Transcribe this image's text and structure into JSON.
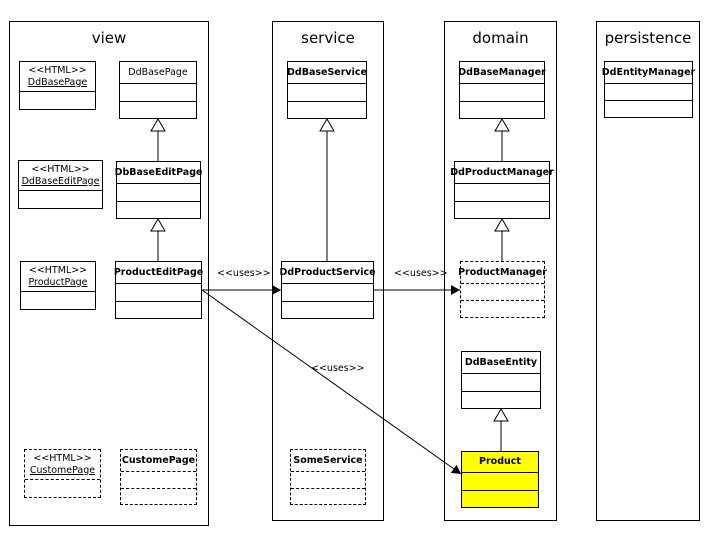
{
  "layers": {
    "view": "view",
    "service": "service",
    "domain": "domain",
    "persistence": "persistence"
  },
  "classes": {
    "html_ddbasepage": {
      "stereotype": "<<HTML>>",
      "name": "DdBasePage"
    },
    "html_ddbaseeditpage": {
      "stereotype": "<<HTML>>",
      "name": "DdBaseEditPage"
    },
    "html_productpage": {
      "stereotype": "<<HTML>>",
      "name": "ProductPage"
    },
    "html_customepage": {
      "stereotype": "<<HTML>>",
      "name": "CustomePage"
    },
    "ddbasepage": {
      "name": "DdBasePage"
    },
    "dbbaseeditpage": {
      "name": "DbBaseEditPage"
    },
    "producteditpage": {
      "name": "ProductEditPage"
    },
    "customepage": {
      "name": "CustomePage"
    },
    "ddbaseservice": {
      "name": "DdBaseService"
    },
    "ddproductservice": {
      "name": "DdProductService"
    },
    "someservice": {
      "name": "SomeService"
    },
    "ddbasemanager": {
      "name": "DdBaseManager"
    },
    "ddproductmanager": {
      "name": "DdProductManager"
    },
    "productmanager": {
      "name": "ProductManager"
    },
    "ddbaseentity": {
      "name": "DdBaseEntity"
    },
    "product": {
      "name": "Product"
    },
    "ddentitymanager": {
      "name": "DdEntityManager"
    }
  },
  "relations": {
    "uses_1": "<<uses>>",
    "uses_2": "<<uses>>",
    "uses_3": "<<uses>>"
  },
  "colors": {
    "highlight": "#ffff00",
    "line": "#000000",
    "background": "#ffffff"
  }
}
